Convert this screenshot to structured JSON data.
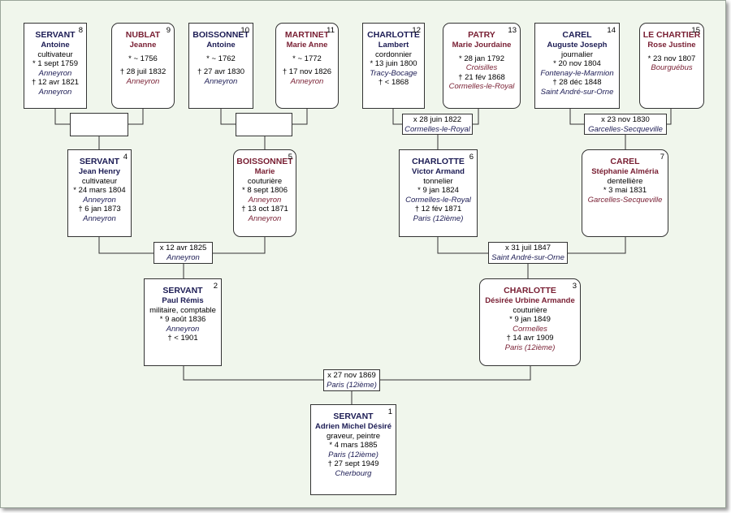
{
  "persons": {
    "p1": {
      "num": "1",
      "surname": "SERVANT",
      "given": "Adrien Michel Désiré",
      "occupation": "graveur, peintre",
      "birth": "* 4 mars 1885",
      "birth_place": "Paris (12ième)",
      "death": "† 27 sept 1949",
      "death_place": "Cherbourg"
    },
    "p2": {
      "num": "2",
      "surname": "SERVANT",
      "given": "Paul Rémis",
      "occupation": "militaire, comptable",
      "birth": "* 9 août 1836",
      "birth_place": "Anneyron",
      "death": "† < 1901"
    },
    "p3": {
      "num": "3",
      "surname": "CHARLOTTE",
      "given": "Désirée Urbine Armande",
      "occupation": "couturière",
      "birth": "* 9 jan 1849",
      "birth_place": "Cormelles",
      "death": "† 14 avr 1909",
      "death_place": "Paris (12ième)"
    },
    "p4": {
      "num": "4",
      "surname": "SERVANT",
      "given": "Jean Henry",
      "occupation": "cultivateur",
      "birth": "* 24 mars 1804",
      "birth_place": "Anneyron",
      "death": "† 6 jan 1873",
      "death_place": "Anneyron"
    },
    "p5": {
      "num": "5",
      "surname": "BOISSONNET",
      "given": "Marie",
      "occupation": "couturière",
      "birth": "* 8 sept 1806",
      "birth_place": "Anneyron",
      "death": "† 13 oct 1871",
      "death_place": "Anneyron"
    },
    "p6": {
      "num": "6",
      "surname": "CHARLOTTE",
      "given": "Victor Armand",
      "occupation": "tonnelier",
      "birth": "* 9 jan 1824",
      "birth_place": "Cormelles-le-Royal",
      "death": "† 12 fév 1871",
      "death_place": "Paris (12ième)"
    },
    "p7": {
      "num": "7",
      "surname": "CAREL",
      "given": "Stéphanie Alméria",
      "occupation": "dentellière",
      "birth": "* 3 mai 1831",
      "birth_place": "Garcelles-Secqueville"
    },
    "p8": {
      "num": "8",
      "surname": "SERVANT",
      "given": "Antoine",
      "occupation": "cultivateur",
      "birth": "* 1 sept 1759",
      "birth_place": "Anneyron",
      "death": "† 12 avr 1821",
      "death_place": "Anneyron"
    },
    "p9": {
      "num": "9",
      "surname": "NUBLAT",
      "given": "Jeanne",
      "birth": "* ~ 1756",
      "death": "† 28 juil 1832",
      "death_place": "Anneyron"
    },
    "p10": {
      "num": "10",
      "surname": "BOISSONNET",
      "given": "Antoine",
      "birth": "* ~ 1762",
      "death": "† 27 avr 1830",
      "death_place": "Anneyron"
    },
    "p11": {
      "num": "11",
      "surname": "MARTINET",
      "given": "Marie Anne",
      "birth": "* ~ 1772",
      "death": "† 17 nov 1826",
      "death_place": "Anneyron"
    },
    "p12": {
      "num": "12",
      "surname": "CHARLOTTE",
      "given": "Lambert",
      "occupation": "cordonnier",
      "birth": "* 13 juin 1800",
      "birth_place": "Tracy-Bocage",
      "death": "† < 1868"
    },
    "p13": {
      "num": "13",
      "surname": "PATRY",
      "given": "Marie Jourdaine",
      "birth": "* 28 jan 1792",
      "birth_place": "Croisilles",
      "death": "† 21 fév 1868",
      "death_place": "Cormelles-le-Royal"
    },
    "p14": {
      "num": "14",
      "surname": "CAREL",
      "given": "Auguste Joseph",
      "occupation": "journalier",
      "birth": "* 20 nov 1804",
      "birth_place": "Fontenay-le-Marmion",
      "death": "† 28 déc 1848",
      "death_place": "Saint André-sur-Orne"
    },
    "p15": {
      "num": "15",
      "surname": "LE CHARTIER",
      "given": "Rose Justine",
      "birth": "* 23 nov 1807",
      "birth_place": "Bourguébus"
    }
  },
  "marriages": {
    "m1": {
      "date": "x 27 nov 1869",
      "place": "Paris (12ième)"
    },
    "m2": {
      "date": "x 12 avr 1825",
      "place": "Anneyron"
    },
    "m3": {
      "date": "x 31 juil 1847",
      "place": "Saint André-sur-Orne"
    },
    "m6": {
      "date": "x 28 juin 1822",
      "place": "Cormelles-le-Royal"
    },
    "m7": {
      "date": "x 23 nov 1830",
      "place": "Garcelles-Secqueville"
    }
  },
  "colors": {
    "background": "#f0f6ec",
    "male_text": "#1c1c54",
    "female_text": "#781e32",
    "line": "#333333"
  }
}
